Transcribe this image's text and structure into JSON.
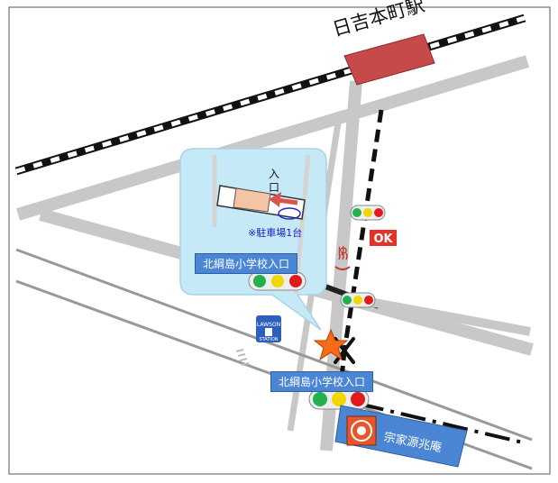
{
  "station": {
    "name": "日吉本町駅"
  },
  "inset": {
    "entrance_label_top": "入",
    "entrance_label_bottom": "口",
    "parking_note": "※駐車場1台",
    "crossing_label": "北綱島小学校入口"
  },
  "main": {
    "crossing_label": "北綱島小学校入口"
  },
  "destination": {
    "name": "宗家源兆庵"
  },
  "landmarks": {
    "ok_logo_text": "OK",
    "lawson_text": "LAWSON",
    "lawson_sub": "STATION",
    "onsen_char": "ゆ"
  },
  "colors": {
    "road": "#c8c8c8",
    "railway": "#111111",
    "station": "#c74a4a",
    "inset_bg": "#c6e9f7",
    "label_bg": "#4a86d3",
    "destination_bg": "#4a86d3",
    "route": "#111111"
  }
}
